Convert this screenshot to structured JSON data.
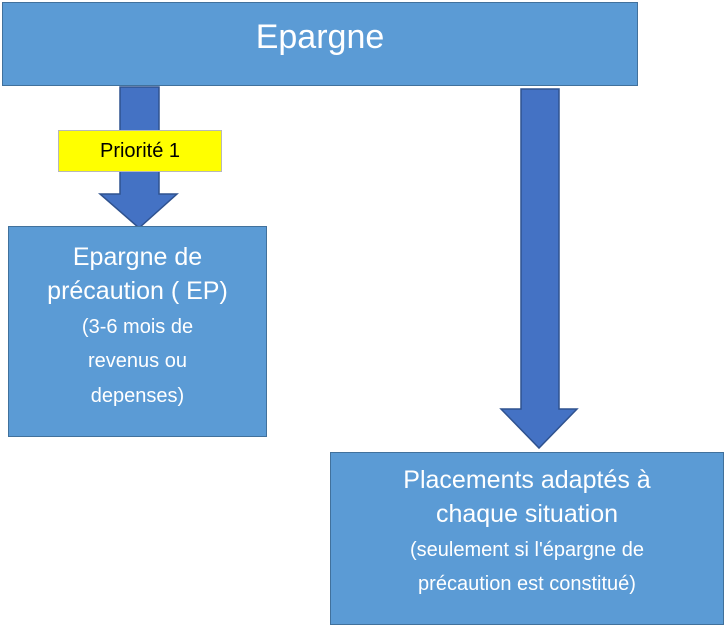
{
  "colors": {
    "box_fill": "#5b9bd5",
    "box_border": "#41719c",
    "arrow_fill": "#4472c4",
    "badge_fill": "#ffff00",
    "text_light": "#ffffff",
    "text_dark": "#000000"
  },
  "root": {
    "title": "Epargne"
  },
  "badge": {
    "label": "Priorité 1"
  },
  "left": {
    "title_line1": "Epargne de",
    "title_line2": "précaution ( EP)",
    "sub_line1": "(3-6 mois de",
    "sub_line2": "revenus ou",
    "sub_line3": "depenses)"
  },
  "right": {
    "title_line1": "Placements adaptés à",
    "title_line2": "chaque situation",
    "sub_line1": "(seulement si l'épargne de",
    "sub_line2": "précaution est constitué)"
  }
}
